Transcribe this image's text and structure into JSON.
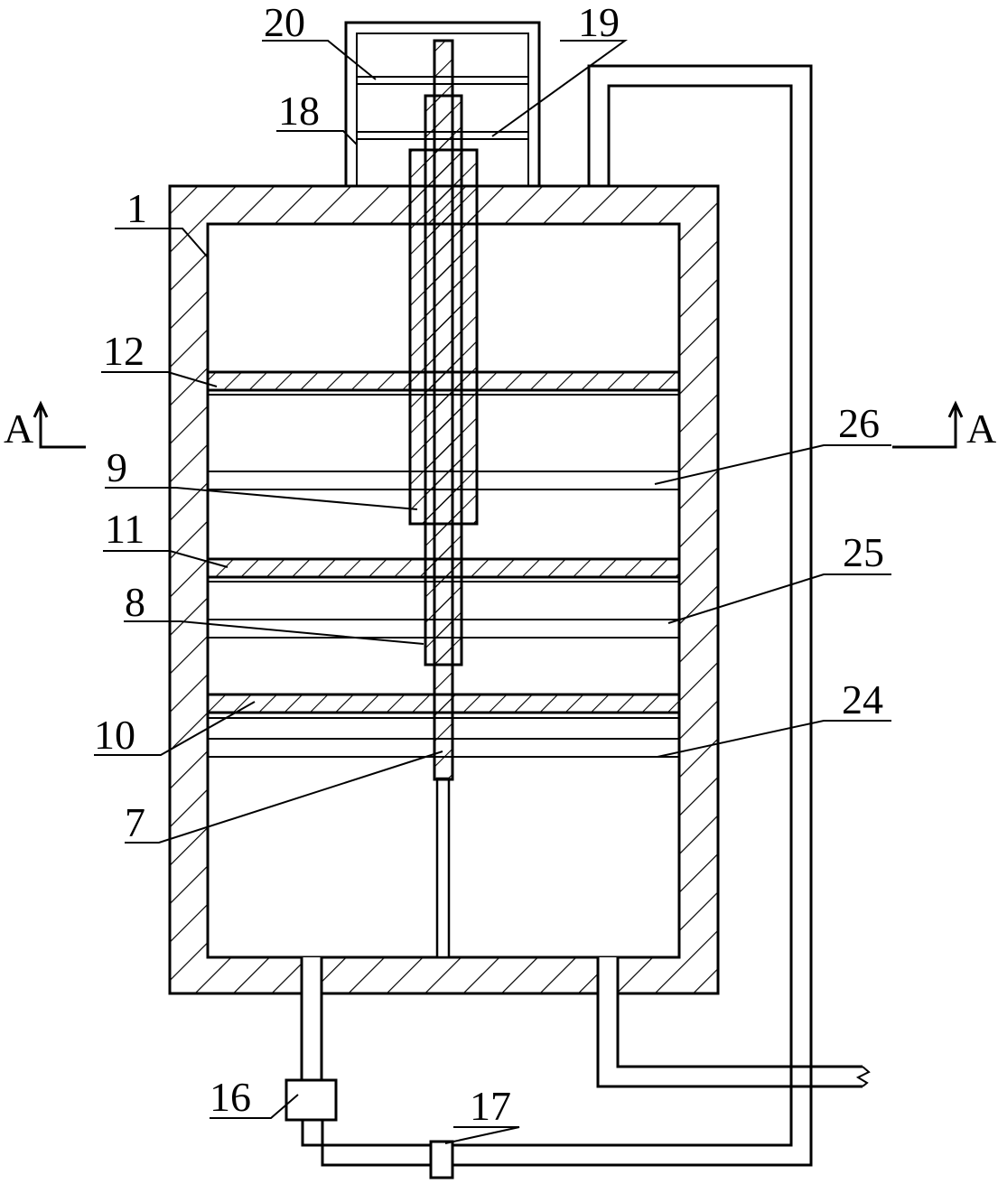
{
  "figure": {
    "section_marker": "A",
    "labels": {
      "l1": "1",
      "l7": "7",
      "l8": "8",
      "l9": "9",
      "l10": "10",
      "l11": "11",
      "l12": "12",
      "l16": "16",
      "l17": "17",
      "l18": "18",
      "l19": "19",
      "l20": "20",
      "l24": "24",
      "l25": "25",
      "l26": "26"
    }
  }
}
